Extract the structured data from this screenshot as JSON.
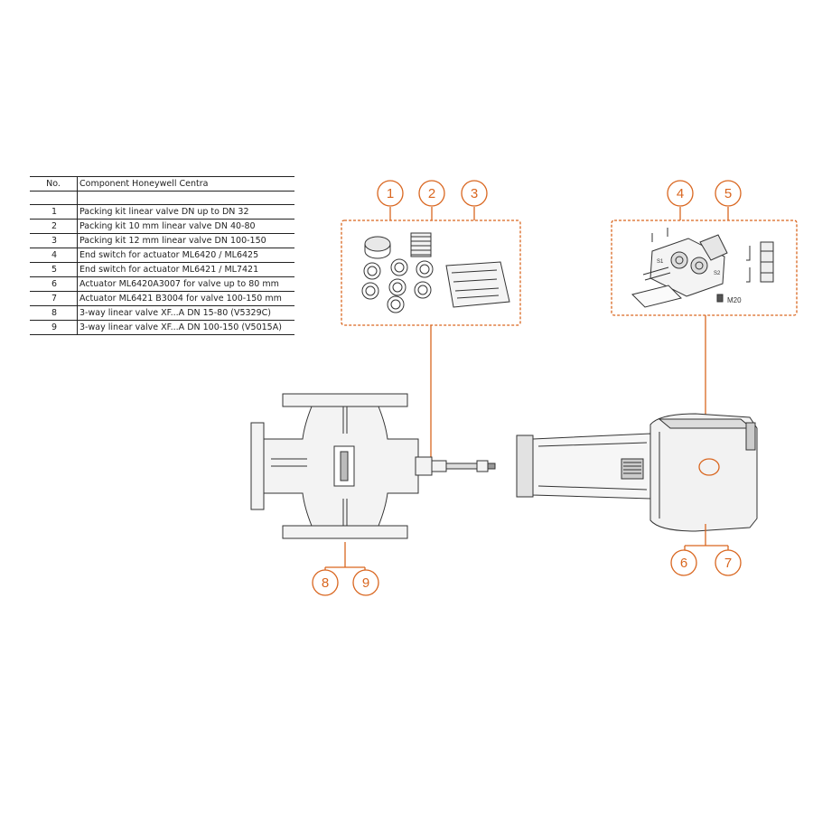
{
  "table": {
    "header_no": "No.",
    "header_component": "Component Honeywell Centra",
    "rows": [
      {
        "no": "1",
        "component": "Packing kit linear valve DN up to DN 32"
      },
      {
        "no": "2",
        "component": "Packing kit 10 mm linear valve DN 40-80"
      },
      {
        "no": "3",
        "component": "Packing kit 12 mm linear valve DN 100-150"
      },
      {
        "no": "4",
        "component": "End switch for actuator ML6420 / ML6425"
      },
      {
        "no": "5",
        "component": "End switch for actuator ML6421 / ML7421"
      },
      {
        "no": "6",
        "component": "Actuator ML6420A3007 for valve up to 80 mm"
      },
      {
        "no": "7",
        "component": "Actuator ML6421 B3004 for valve 100-150 mm"
      },
      {
        "no": "8",
        "component": "3-way linear valve XF...A DN 15-80 (V5329C)"
      },
      {
        "no": "9",
        "component": "3-way linear valve XF...A DN 100-150 (V5015A)"
      }
    ]
  },
  "callouts": {
    "c1": "1",
    "c2": "2",
    "c3": "3",
    "c4": "4",
    "c5": "5",
    "c6": "6",
    "c7": "7",
    "c8": "8",
    "c9": "9"
  },
  "labels": {
    "m20": "M20",
    "switch_s1": "S1",
    "switch_s2": "S2"
  },
  "colors": {
    "accent": "#d9661f",
    "line": "#333333"
  }
}
